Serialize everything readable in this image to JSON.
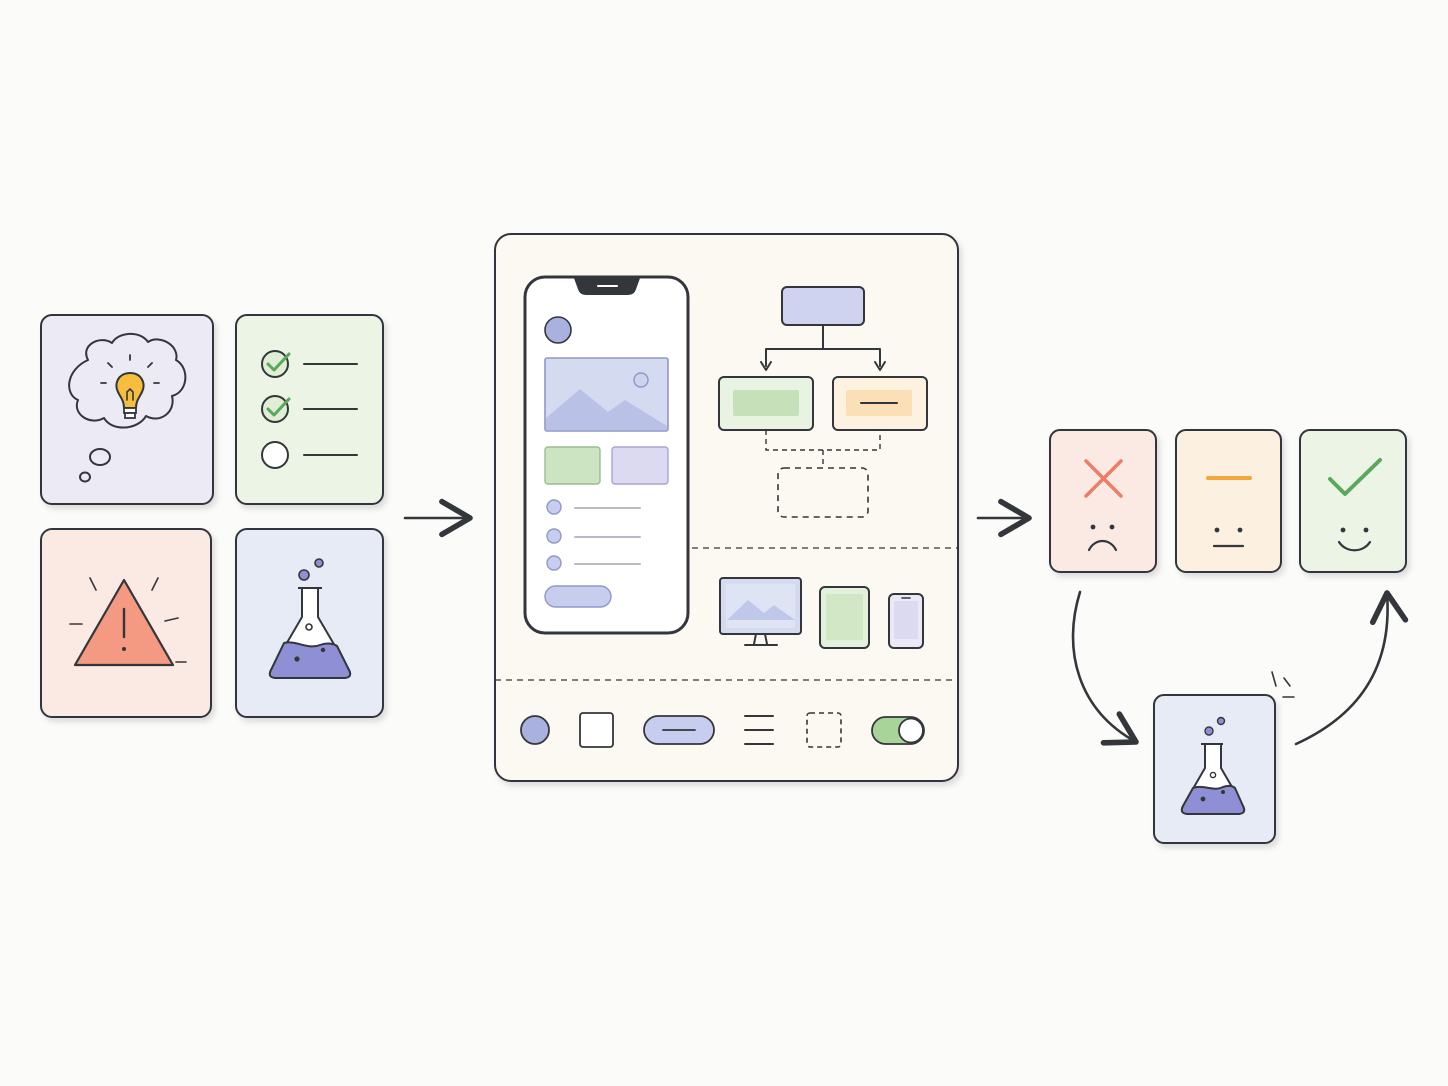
{
  "colors": {
    "ink": "#33363b",
    "canvas": "#fbfbfa",
    "lavender": "#eceaf5",
    "sage": "#ecf4e6",
    "blush": "#fbe9e4",
    "periwinkle": "#e7ebf6",
    "cream": "#fbf9f2",
    "periwinkle_accent": "#a9b2de",
    "purple_liquid": "#8f8fd6",
    "green_check": "#5aa85a",
    "red_accent": "#ee7d66",
    "orange_accent": "#f2a73a",
    "yellow_bulb": "#f7bd3d",
    "green_soft": "#cde4c2",
    "lilac_soft": "#d9d7ef",
    "orange_soft": "#fbe5c4"
  },
  "inputs": {
    "cards": [
      {
        "id": "idea",
        "icon": "lightbulb-thought-icon",
        "bg": "lavender"
      },
      {
        "id": "checklist",
        "icon": "checklist-icon",
        "bg": "sage",
        "checked": [
          true,
          true,
          false
        ]
      },
      {
        "id": "risk",
        "icon": "warning-triangle-icon",
        "bg": "blush"
      },
      {
        "id": "experiment",
        "icon": "flask-icon",
        "bg": "periwinkle"
      }
    ]
  },
  "board": {
    "sections": [
      "mobile-wireframe",
      "flowchart",
      "devices",
      "ui-components"
    ],
    "devices": [
      "desktop-monitor-icon",
      "tablet-icon",
      "phone-icon"
    ],
    "components": [
      "circle-shape",
      "square-shape",
      "button-pill",
      "menu-lines-icon",
      "dashed-placeholder",
      "toggle-switch"
    ]
  },
  "outcomes": {
    "cards": [
      {
        "id": "negative",
        "icon": "x-mark-icon",
        "face": "sad-face-icon",
        "bg": "blush"
      },
      {
        "id": "neutral",
        "icon": "dash-icon",
        "face": "neutral-face-icon",
        "bg": "cream-orange"
      },
      {
        "id": "positive",
        "icon": "checkmark-icon",
        "face": "happy-face-icon",
        "bg": "sage"
      }
    ],
    "loop": {
      "icon": "flask-icon",
      "bg": "periwinkle"
    }
  }
}
